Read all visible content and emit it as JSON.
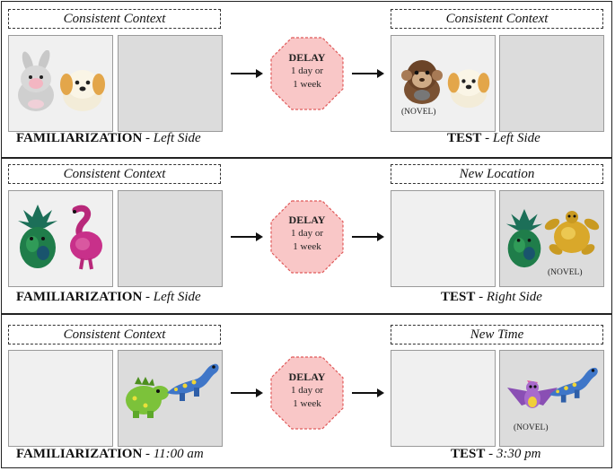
{
  "rows": [
    {
      "left_context": "Consistent Context",
      "right_context": "Consistent Context",
      "familiarization_label": "FAMILIARIZATION",
      "familiarization_detail": "Left Side",
      "test_label": "TEST",
      "test_detail": "Left Side",
      "novel_label": "(NOVEL)"
    },
    {
      "left_context": "Consistent Context",
      "right_context": "New Location",
      "familiarization_label": "FAMILIARIZATION",
      "familiarization_detail": "Left Side",
      "test_label": "TEST",
      "test_detail": "Right Side",
      "novel_label": "(NOVEL)"
    },
    {
      "left_context": "Consistent Context",
      "right_context": "New Time",
      "familiarization_label": "FAMILIARIZATION",
      "familiarization_detail": "11:00 am",
      "test_label": "TEST",
      "test_detail": "3:30 pm",
      "novel_label": "(NOVEL)"
    }
  ],
  "delay": {
    "title": "DELAY",
    "line1": "1 day or",
    "line2": "1 week"
  },
  "separator": " - ",
  "colors": {
    "delay_fill": "#f9c7c7",
    "delay_stroke": "#e05a5a",
    "frame_light": "#f0f0f0",
    "frame_dark": "#dcdcdc"
  }
}
